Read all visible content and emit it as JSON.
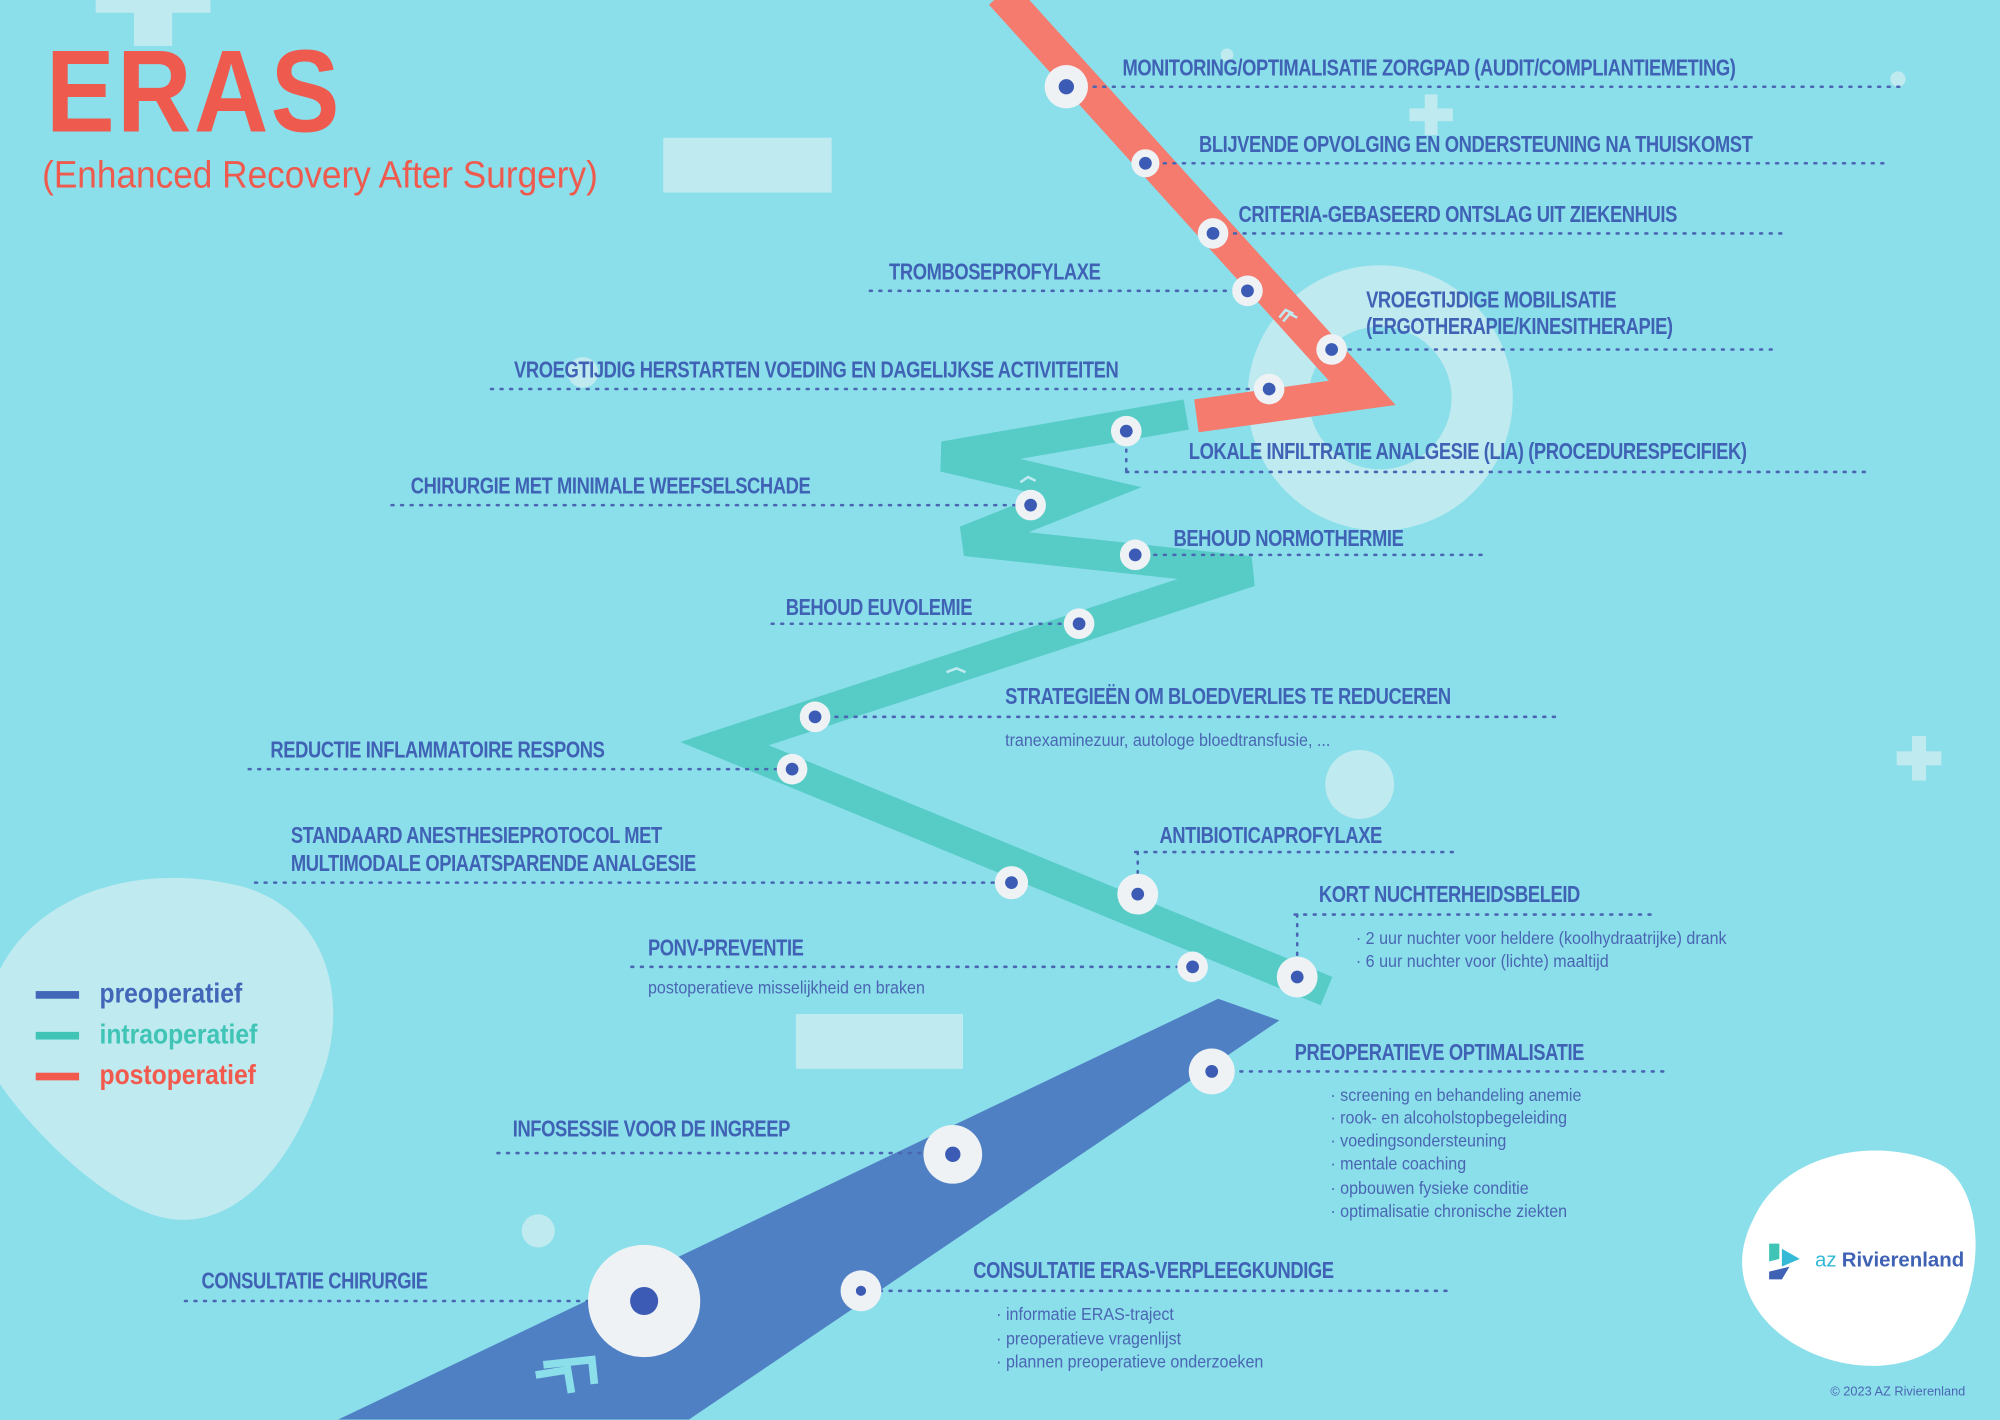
{
  "title": "ERAS",
  "subtitle": "(Enhanced Recovery After Surgery)",
  "legend": [
    {
      "label": "preoperatief",
      "color": "#4266b8"
    },
    {
      "label": "intraoperatief",
      "color": "#3fc4b6"
    },
    {
      "label": "postoperatief",
      "color": "#f25a4e"
    }
  ],
  "steps": {
    "monitoring": "MONITORING/OPTIMALISATIE ZORGPAD (AUDIT/COMPLIANTIEMETING)",
    "opvolging": "BLIJVENDE OPVOLGING EN ONDERSTEUNING NA THUISKOMST",
    "ontslag": "CRITERIA-GEBASEERD ONTSLAG UIT ZIEKENHUIS",
    "trombose": "TROMBOSEPROFYLAXE",
    "mobilisatie_1": "VROEGTIJDIGE MOBILISATIE",
    "mobilisatie_2": "(ERGOTHERAPIE/KINESITHERAPIE)",
    "voeding": "VROEGTIJDIG HERSTARTEN VOEDING EN DAGELIJKSE ACTIVITEITEN",
    "lia": "LOKALE INFILTRATIE ANALGESIE (LIA) (PROCEDURESPECIFIEK)",
    "chirurgie": "CHIRURGIE MET MINIMALE WEEFSELSCHADE",
    "normothermie": "BEHOUD  NORMOTHERMIE",
    "euvolemie": "BEHOUD EUVOLEMIE",
    "bloedverlies": "STRATEGIEËN OM BLOEDVERLIES TE REDUCEREN",
    "bloedverlies_sub": "tranexaminezuur, autologe bloedtransfusie, ...",
    "inflammatoir": "REDUCTIE INFLAMMATOIRE RESPONS",
    "antibiotica": "ANTIBIOTICAPROFYLAXE",
    "anesthesie_1": "STANDAARD ANESTHESIEPROTOCOL MET",
    "anesthesie_2": "MULTIMODALE OPIAATSPARENDE ANALGESIE",
    "nuchter": "KORT NUCHTERHEIDSBELEID",
    "nuchter_sub": [
      "· 2 uur nuchter voor heldere (koolhydraatrijke) drank",
      "· 6 uur nuchter voor (lichte) maaltijd"
    ],
    "ponv": "PONV-PREVENTIE",
    "ponv_sub": "postoperatieve misselijkheid en braken",
    "optimalisatie": "PREOPERATIEVE  OPTIMALISATIE",
    "optimalisatie_sub": [
      "· screening en behandeling anemie",
      "· rook- en alcoholstopbegeleiding",
      "· voedingsondersteuning",
      "· mentale coaching",
      "· opbouwen fysieke conditie",
      "· optimalisatie chronische ziekten"
    ],
    "infosessie": "INFOSESSIE VOOR DE INGREEP",
    "consult_chir": "CONSULTATIE CHIRURGIE",
    "consult_eras": "CONSULTATIE ERAS-VERPLEEGKUNDIGE",
    "consult_eras_sub": [
      "· informatie ERAS-traject",
      "· preoperatieve vragenlijst",
      "· plannen preoperatieve onderzoeken"
    ]
  },
  "logo": {
    "prefix": "az",
    "name": "Rivierenland"
  },
  "copyright": "© 2023 AZ Rivierenland"
}
